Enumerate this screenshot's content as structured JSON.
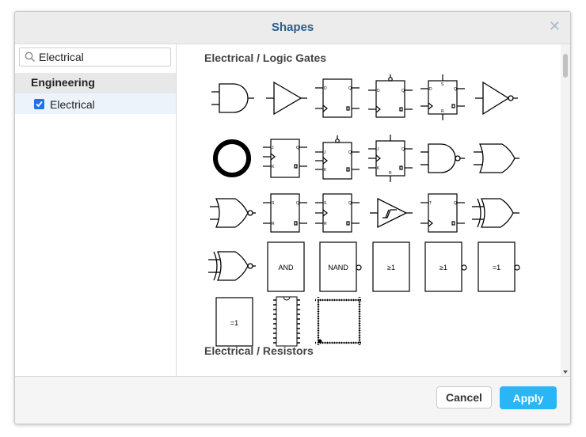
{
  "dialog": {
    "title": "Shapes",
    "close_icon": "close-icon",
    "accent_color": "#29b6f6"
  },
  "sidebar": {
    "search_value": "Electrical",
    "search_icon": "search-icon",
    "category": "Engineering",
    "items": [
      {
        "label": "Electrical",
        "checked": true
      }
    ]
  },
  "content": {
    "sections": [
      {
        "title": "Electrical / Logic Gates"
      },
      {
        "title": "Electrical / Resistors"
      }
    ],
    "shapes": [
      {
        "name": "and-gate",
        "text": ""
      },
      {
        "name": "buffer",
        "text": ""
      },
      {
        "name": "d-flip-flop",
        "text": ""
      },
      {
        "name": "d-flip-flop-with-clear",
        "text": ""
      },
      {
        "name": "d-flip-flop-with-set-reset",
        "text": ""
      },
      {
        "name": "inverter",
        "text": ""
      },
      {
        "name": "ring-circle",
        "text": ""
      },
      {
        "name": "jk-flip-flop",
        "text": ""
      },
      {
        "name": "jk-flip-flop-with-clear",
        "text": ""
      },
      {
        "name": "jk-flip-flop-with-set-reset",
        "text": ""
      },
      {
        "name": "nand-gate",
        "text": ""
      },
      {
        "name": "or-gate",
        "text": ""
      },
      {
        "name": "nor-gate",
        "text": ""
      },
      {
        "name": "rs-latch",
        "text": ""
      },
      {
        "name": "rs-flip-flop",
        "text": ""
      },
      {
        "name": "schmitt-trigger",
        "text": ""
      },
      {
        "name": "t-flip-flop",
        "text": ""
      },
      {
        "name": "xor-gate",
        "text": ""
      },
      {
        "name": "xnor-gate",
        "text": ""
      },
      {
        "name": "and-block",
        "text": "AND"
      },
      {
        "name": "nand-block",
        "text": "NAND"
      },
      {
        "name": "or-block",
        "text": "≥1"
      },
      {
        "name": "nor-block",
        "text": "≥1"
      },
      {
        "name": "xnor-block",
        "text": "=1"
      },
      {
        "name": "xor-block",
        "text": "=1"
      },
      {
        "name": "dip-ic",
        "text": ""
      },
      {
        "name": "plcc-ic",
        "text": ""
      }
    ]
  },
  "footer": {
    "cancel_label": "Cancel",
    "apply_label": "Apply"
  }
}
